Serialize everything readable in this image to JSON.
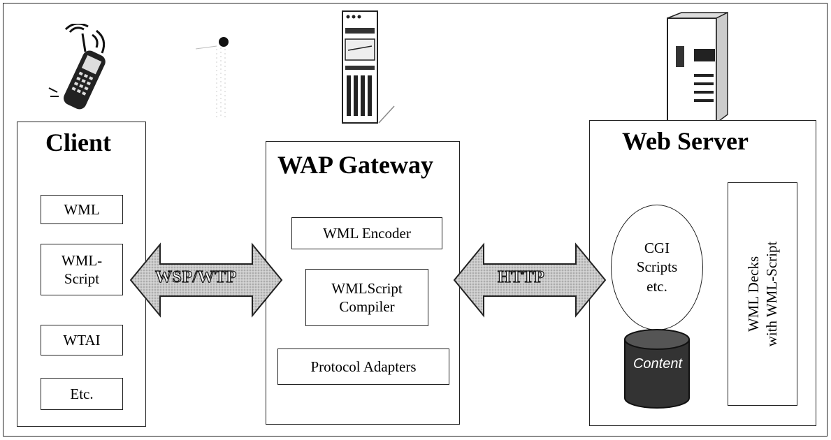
{
  "client": {
    "title": "Client",
    "items": [
      "WML",
      "WML-\nScript",
      "WTAI",
      "Etc."
    ]
  },
  "gateway": {
    "title": "WAP Gateway",
    "items": [
      "WML Encoder",
      "WMLScript\nCompiler",
      "Protocol Adapters"
    ]
  },
  "server": {
    "title": "Web Server",
    "cgi": "CGI\nScripts\netc.",
    "content": "Content",
    "decks": "WML Decks\nwith WML-Script"
  },
  "arrows": {
    "left": "WSP/WTP",
    "right": "HTTP"
  },
  "icons": {
    "phone": "mobile-phone-icon",
    "antenna": "radio-tower-icon",
    "gateway_server": "gateway-server-icon",
    "web_server": "tower-server-icon",
    "database": "database-icon"
  }
}
